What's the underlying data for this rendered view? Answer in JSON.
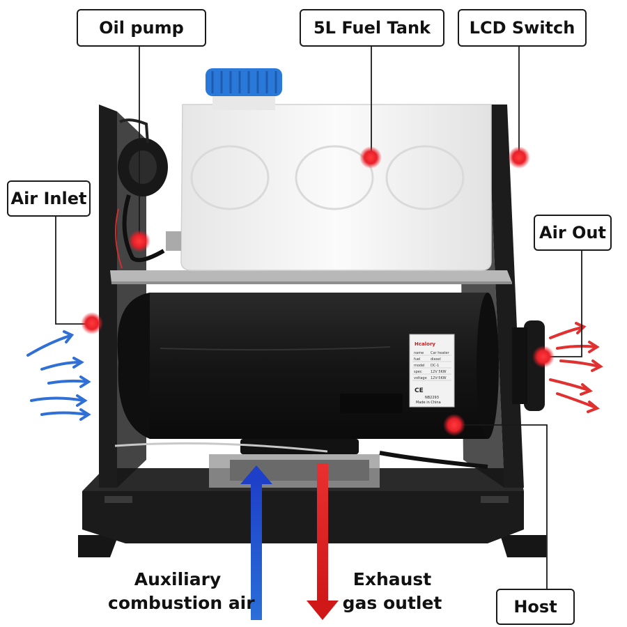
{
  "labels": {
    "oil_pump": "Oil pump",
    "fuel_tank": "5L Fuel Tank",
    "lcd_switch": "LCD Switch",
    "air_inlet": "Air Inlet",
    "air_out": "Air Out",
    "host": "Host"
  },
  "captions": {
    "combustion_line1": "Auxiliary",
    "combustion_line2": "combustion air",
    "exhaust_line1": "Exhaust",
    "exhaust_line2": "gas outlet"
  },
  "nameplate": {
    "brand": "Hcalory",
    "rows": [
      "name",
      "fuel",
      "model",
      "spec",
      "voltage"
    ],
    "values": [
      "Car heater",
      "diesel",
      "DC-1",
      "12V 5KW",
      "12V-5KW"
    ],
    "mark": "CE",
    "serial": "NB2293",
    "origin": "Made in China"
  },
  "colors": {
    "dot": "#e8202a",
    "arrow_in": "#2f6fd6",
    "arrow_out": "#e03030",
    "frame": "#1c1c1c",
    "tank": "#f4f4f4",
    "cap": "#2a78d8"
  }
}
